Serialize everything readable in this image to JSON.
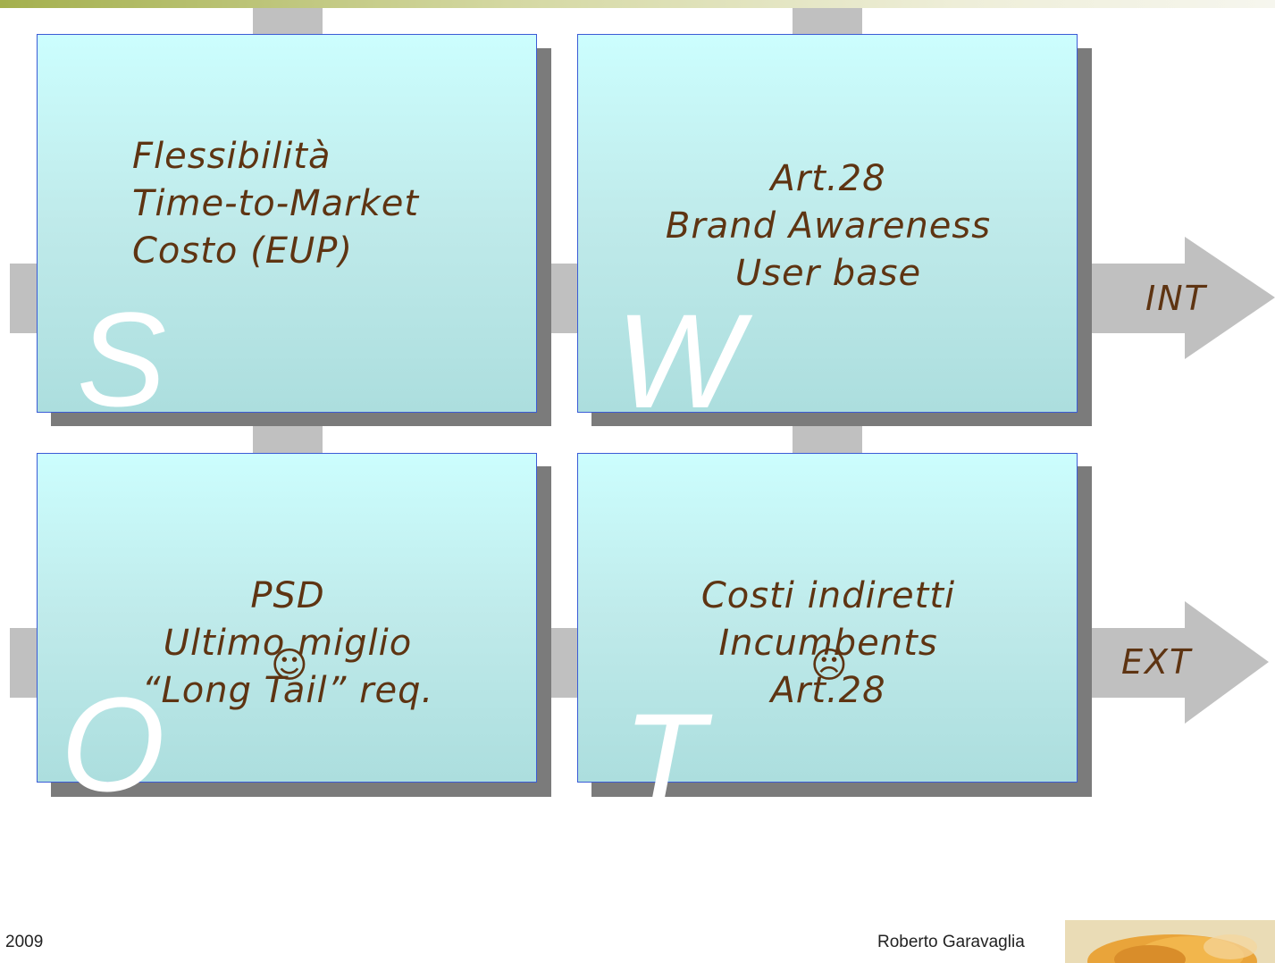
{
  "quadrants": {
    "s": {
      "letter": "S",
      "lines": [
        "Flessibilità",
        "Time-to-Market",
        "Costo (EUP)"
      ]
    },
    "w": {
      "letter": "W",
      "lines": [
        "Art.28",
        "Brand Awareness",
        "User base"
      ]
    },
    "o": {
      "letter": "O",
      "lines": [
        "PSD",
        "Ultimo miglio",
        "“Long Tail” req."
      ]
    },
    "t": {
      "letter": "T",
      "lines": [
        "Costi indiretti",
        "Incumbents",
        "Art.28"
      ]
    }
  },
  "arrows": {
    "int_label": "INT",
    "ext_label": "EXT",
    "happy_icon": "smiley-face-icon",
    "sad_icon": "frowning-face-icon",
    "happy_glyph": "☺",
    "sad_glyph": "☹"
  },
  "footer": {
    "year": "2009",
    "author": "Roberto Garavaglia"
  },
  "colors": {
    "box_fill_top": "#ccfefe",
    "box_fill_bottom": "#acdede",
    "box_border": "#3b5bd6",
    "text": "#5e3412",
    "connector": "#c0c0c0"
  }
}
